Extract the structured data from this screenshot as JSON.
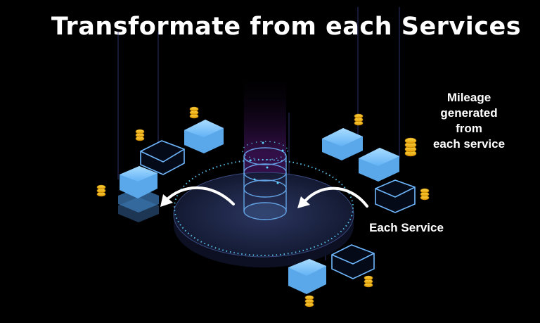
{
  "title": "Transformate from each Services",
  "labels": {
    "mileage_lines": [
      "Mileage",
      "generated",
      "from",
      "each service"
    ],
    "each_service": "Each Service"
  },
  "colors": {
    "background": "#000000",
    "text": "#ffffff",
    "tile_fill": "#7ec4ff",
    "tile_outline": "#6fb8ff",
    "coin": "#f5b800",
    "platform": "#1f2a4a",
    "dots": "#5fd4ff",
    "beam": "#6a1f8f"
  },
  "icons": [
    "service-tile",
    "coin-stack-icon",
    "curved-arrow-icon"
  ]
}
